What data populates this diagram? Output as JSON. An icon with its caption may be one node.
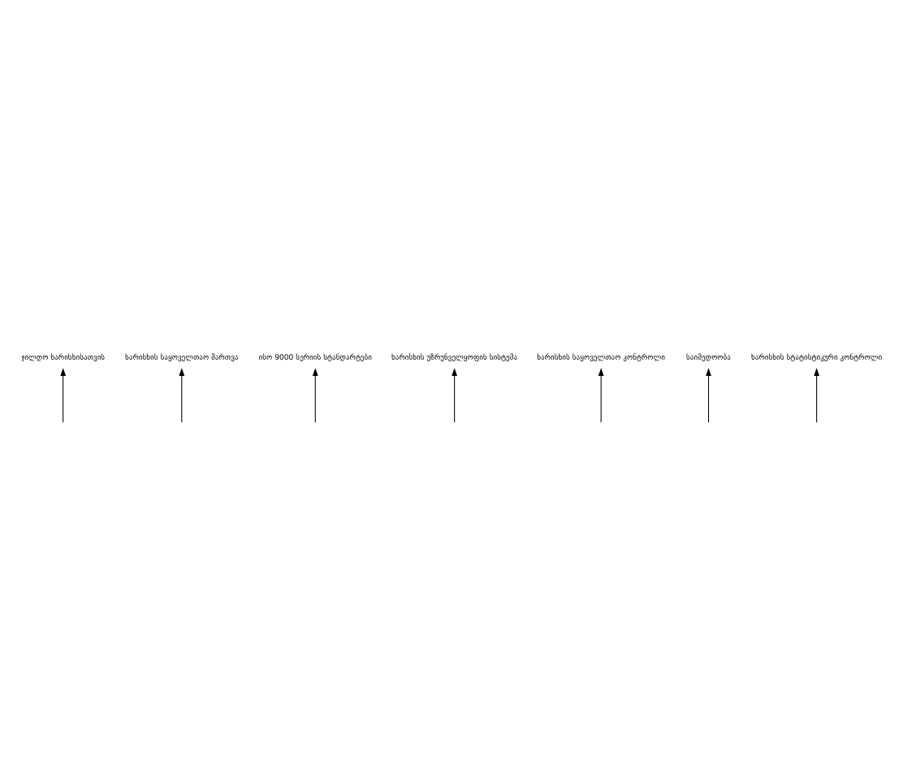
{
  "diagram": {
    "nodes": [
      {
        "text": [
          "ჯილდო ხარისხისათვის"
        ]
      },
      {
        "text": [
          "ხარისხის საყოველთაო მართვა"
        ]
      },
      {
        "text": [
          "ისო 9000 სერიის სტანდარტები"
        ]
      },
      {
        "text": [
          "ხარისხის უზრუნველყოფის სისტემა"
        ]
      },
      {
        "text": [
          "ხარისხის საყოველთაო კონტროლი"
        ]
      },
      {
        "text": [
          "საიმედოობა"
        ]
      },
      {
        "text": [
          "ხარისხის სტატისტიკური კონტროლი"
        ]
      }
    ],
    "edges": [
      {
        "from": null,
        "to": 6,
        "arrow": "to"
      },
      {
        "from": null,
        "to": 5,
        "arrow": "to"
      },
      {
        "from": null,
        "to": 4,
        "arrow": "to"
      },
      {
        "from": null,
        "to": 3,
        "arrow": "to"
      },
      {
        "from": null,
        "to": 2,
        "arrow": "to"
      },
      {
        "from": null,
        "to": 0,
        "arrow": "to"
      },
      {
        "from": null,
        "to": 1,
        "arrow": "to"
      }
    ]
  }
}
